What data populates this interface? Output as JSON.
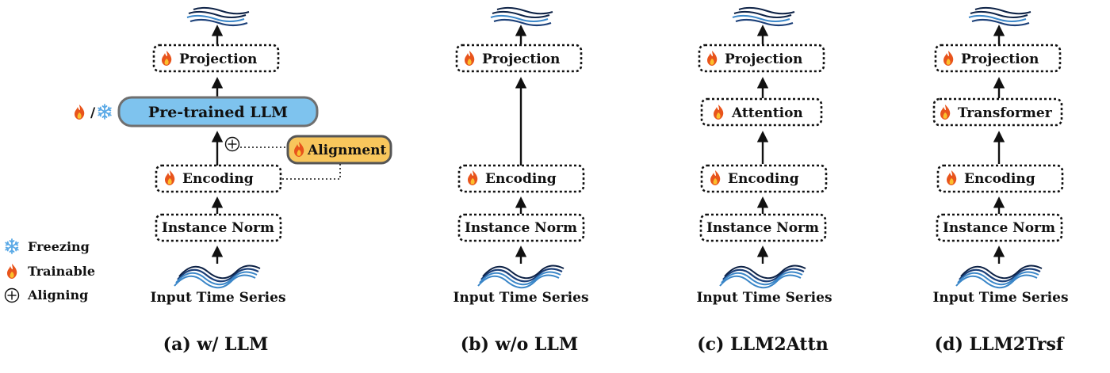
{
  "legend": {
    "freezing": "Freezing",
    "trainable": "Trainable",
    "aligning": "Aligning"
  },
  "panels": [
    {
      "caption": "(a) w/ LLM",
      "input": "Input Time Series",
      "norm": "Instance Norm",
      "encoding": "Encoding",
      "middle": "Pre-trained LLM",
      "middle_tag": "/",
      "alignment": "Alignment",
      "projection": "Projection"
    },
    {
      "caption": "(b) w/o LLM",
      "input": "Input Time Series",
      "norm": "Instance Norm",
      "encoding": "Encoding",
      "projection": "Projection"
    },
    {
      "caption": "(c) LLM2Attn",
      "input": "Input Time Series",
      "norm": "Instance Norm",
      "encoding": "Encoding",
      "middle": "Attention",
      "projection": "Projection"
    },
    {
      "caption": "(d) LLM2Trsf",
      "input": "Input Time Series",
      "norm": "Instance Norm",
      "encoding": "Encoding",
      "middle": "Transformer",
      "projection": "Projection"
    }
  ],
  "icons": {
    "trainable": "fire-icon",
    "freezing": "snowflake-icon",
    "aligning": "circled-plus-icon"
  },
  "colors": {
    "llm_fill": "#7ec3ee",
    "alignment_fill": "#f8c65c",
    "flame": "#e8541c",
    "snowflake": "#5aa9e6"
  }
}
